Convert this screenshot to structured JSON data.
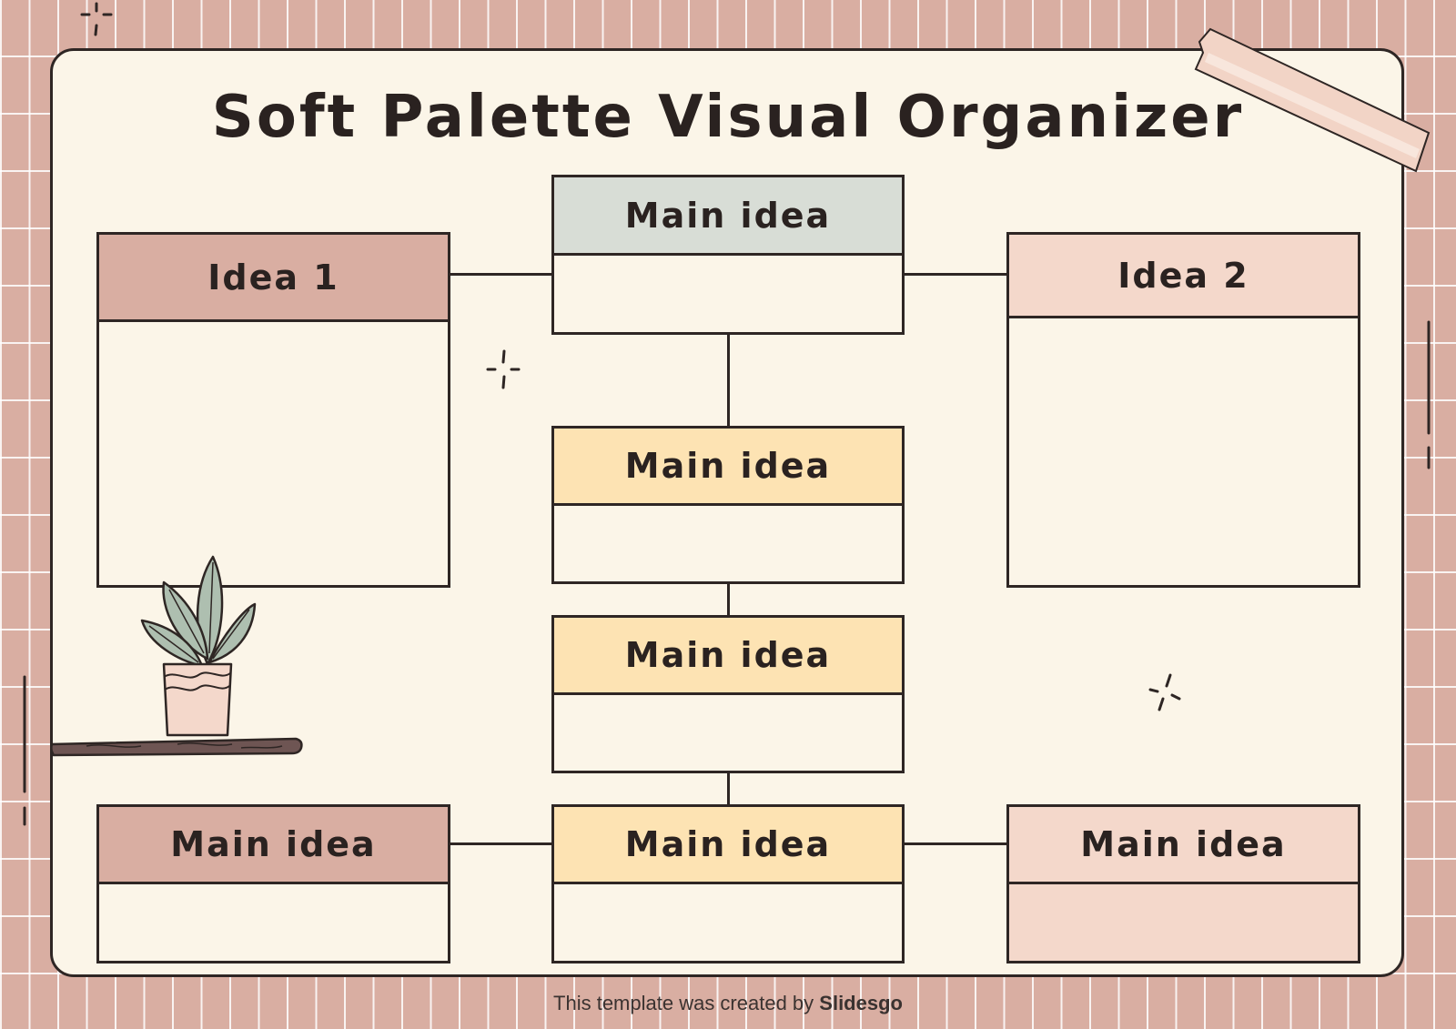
{
  "title": "Soft Palette Visual Organizer",
  "boxes": {
    "idea1": {
      "label": "Idea 1",
      "color": "#d9aea2"
    },
    "idea2": {
      "label": "Idea 2",
      "color": "#f4d8cb"
    },
    "top": {
      "label": "Main idea",
      "color": "#d8ddd6"
    },
    "mid1": {
      "label": "Main idea",
      "color": "#fde3b3"
    },
    "mid2": {
      "label": "Main idea",
      "color": "#fde3b3"
    },
    "bottom_center": {
      "label": "Main idea",
      "color": "#fde3b3"
    },
    "bottom_left": {
      "label": "Main idea",
      "color": "#d9aea2"
    },
    "bottom_right": {
      "label": "Main idea",
      "color": "#f4d8cb"
    }
  },
  "footer": {
    "prefix": "This template was created by ",
    "brand": "Slidesgo"
  },
  "icons": [
    "sparkle-icon",
    "plant-icon",
    "tape-icon",
    "shelf-icon"
  ]
}
